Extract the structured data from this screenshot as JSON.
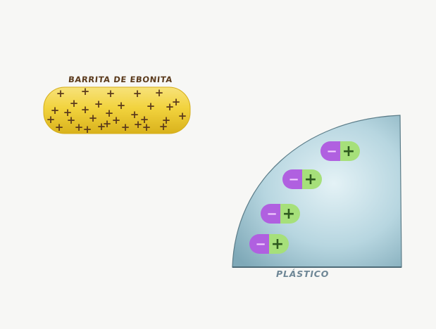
{
  "rod": {
    "label": "BARRITA DE EBONITA",
    "charge_sign": "+",
    "plus_count": 32,
    "fill_color": "#f2d33e",
    "charge_color": "#5b3a1c"
  },
  "plastic": {
    "label": "PLÁSTICO",
    "color": "#b7d6e0",
    "dipoles": [
      {
        "negative": "−",
        "positive": "+"
      },
      {
        "negative": "−",
        "positive": "+"
      },
      {
        "negative": "−",
        "positive": "+"
      },
      {
        "negative": "−",
        "positive": "+"
      }
    ],
    "negative_color": "#b060e0",
    "positive_color": "#a6e07a"
  }
}
